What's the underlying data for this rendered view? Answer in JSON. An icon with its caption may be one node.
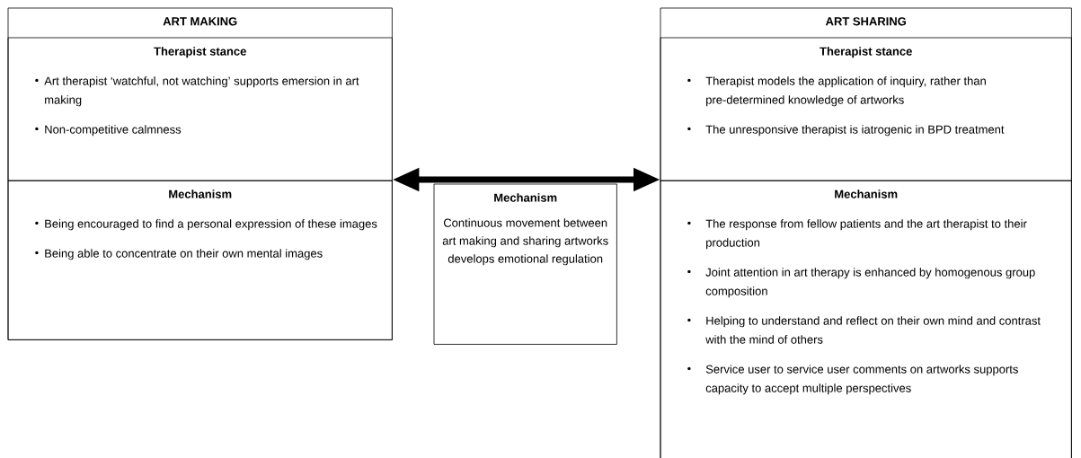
{
  "diagram": {
    "nodes": [
      {
        "text": [
          "ART MAKING"
        ]
      },
      {
        "text": [
          "Therapist stance",
          "Art therapist ‘watchful, not watching’ supports emersion in art making",
          "Non-competitive calmness"
        ],
        "in": 0
      },
      {
        "text": [
          "Mechanism",
          "Being encouraged to find a personal expression of these images",
          "Being able to concentrate on their own mental images"
        ],
        "in": 0
      },
      {
        "text": [
          "Mechanism",
          "Continuous movement between art making and sharing artworks develops emotional regulation"
        ]
      },
      {
        "text": [
          "ART SHARING"
        ]
      },
      {
        "text": [
          "Therapist stance",
          "Therapist models the application of inquiry, rather than pre-determined knowledge of artworks",
          "The unresponsive therapist is iatrogenic in BPD treatment"
        ],
        "in": 4
      },
      {
        "text": [
          "Mechanism",
          "The response from fellow patients and the art therapist to their production",
          "Joint attention in art therapy is enhanced by homogenous group composition",
          "Helping to understand and reflect on their own mind and contrast with the mind of others",
          "Service user to service user comments on artworks supports capacity to accept multiple perspectives"
        ],
        "in": 4
      }
    ],
    "edges": [
      {
        "from": 0,
        "to": 4,
        "arrow": "both"
      }
    ]
  }
}
